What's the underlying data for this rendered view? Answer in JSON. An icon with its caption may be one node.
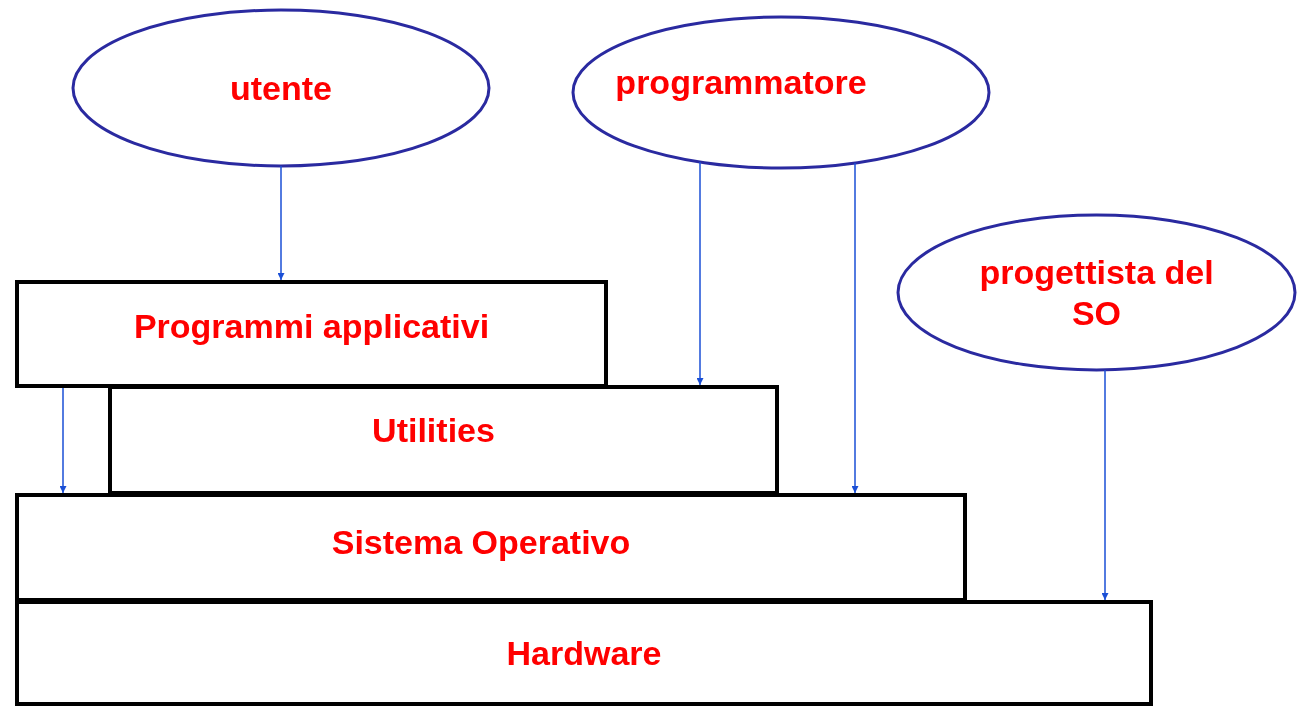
{
  "diagram": {
    "nodes": [
      {
        "text": [
          "utente"
        ]
      },
      {
        "text": [
          "programmatore"
        ]
      },
      {
        "text": [
          "progettista del SO"
        ]
      },
      {
        "text": [
          "Programmi applicativi"
        ]
      },
      {
        "text": [
          "Utilities"
        ]
      },
      {
        "text": [
          "Sistema Operativo"
        ]
      },
      {
        "text": [
          "Hardware"
        ]
      }
    ],
    "edges": [
      {
        "from": 0,
        "to": 3,
        "arrow": "to"
      },
      {
        "from": 1,
        "to": 4,
        "arrow": "to"
      },
      {
        "from": 1,
        "to": 5,
        "arrow": "to"
      },
      {
        "from": 2,
        "to": 6,
        "arrow": "to"
      },
      {
        "from": 3,
        "to": 5,
        "arrow": "to"
      }
    ]
  }
}
